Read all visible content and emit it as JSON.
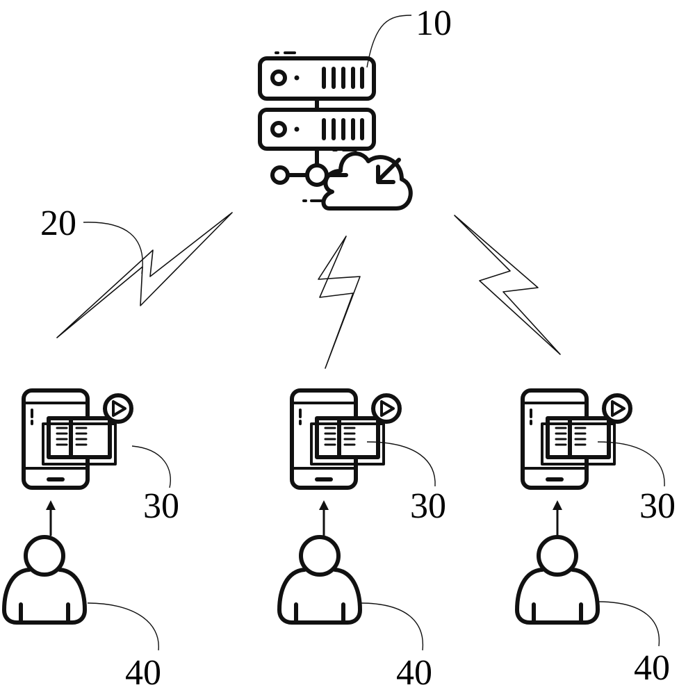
{
  "labels": {
    "server": "10",
    "link": "20",
    "device": "30",
    "user": "40"
  },
  "icons": {
    "server": "server-cloud-icon",
    "link": "lightning-link-icon",
    "device": "phone-ebook-video-icon",
    "user": "user-icon"
  },
  "colors": {
    "line": "#111111",
    "background": "#ffffff"
  }
}
